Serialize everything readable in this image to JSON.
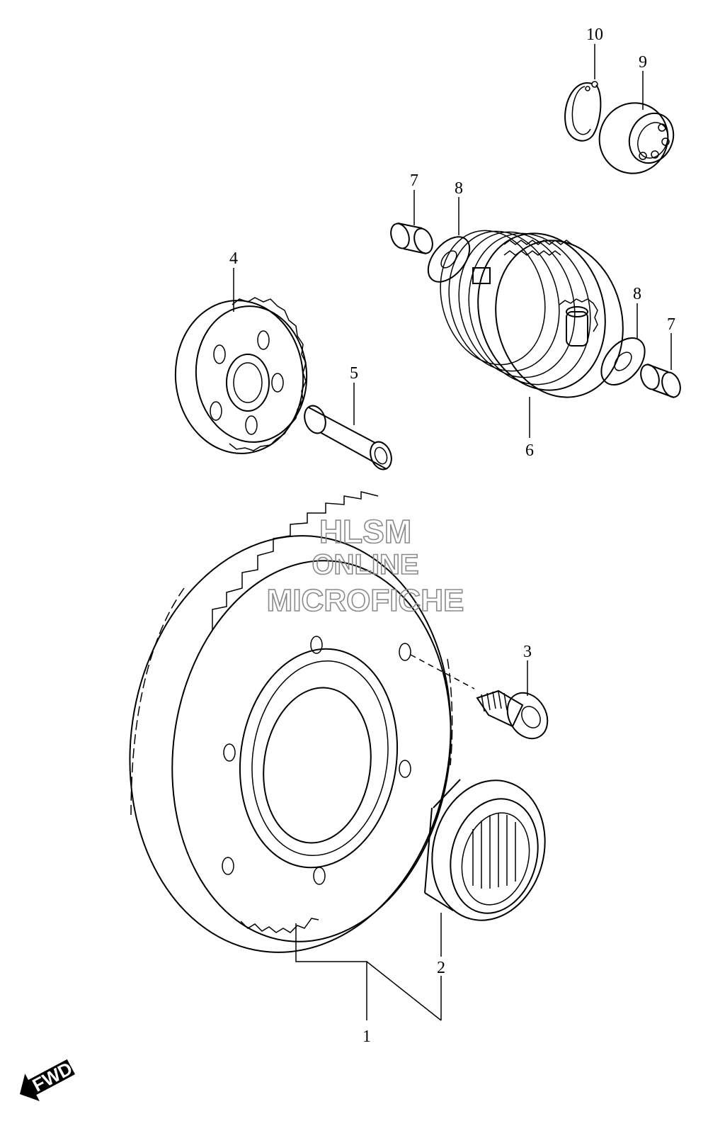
{
  "diagram": {
    "watermark": {
      "line1": "HLSM",
      "line2": "ONLINE",
      "line3": "MICROFICHE"
    },
    "direction_badge": {
      "label": "FWD"
    },
    "callouts": [
      {
        "id": "c1",
        "label": "1",
        "part": "starter-clutch-gear-assembly"
      },
      {
        "id": "c2",
        "label": "2",
        "part": "needle-bearing"
      },
      {
        "id": "c3",
        "label": "3",
        "part": "bolt"
      },
      {
        "id": "c4",
        "label": "4",
        "part": "idle-gear"
      },
      {
        "id": "c5",
        "label": "5",
        "part": "shaft"
      },
      {
        "id": "c6",
        "label": "6",
        "part": "idle-gear-assembly"
      },
      {
        "id": "c7a",
        "label": "7",
        "part": "bushing-upper"
      },
      {
        "id": "c8a",
        "label": "8",
        "part": "washer-upper"
      },
      {
        "id": "c8b",
        "label": "8",
        "part": "washer-right"
      },
      {
        "id": "c7b",
        "label": "7",
        "part": "bushing-right"
      },
      {
        "id": "c9",
        "label": "9",
        "part": "bearing"
      },
      {
        "id": "c10",
        "label": "10",
        "part": "circlip"
      }
    ]
  }
}
